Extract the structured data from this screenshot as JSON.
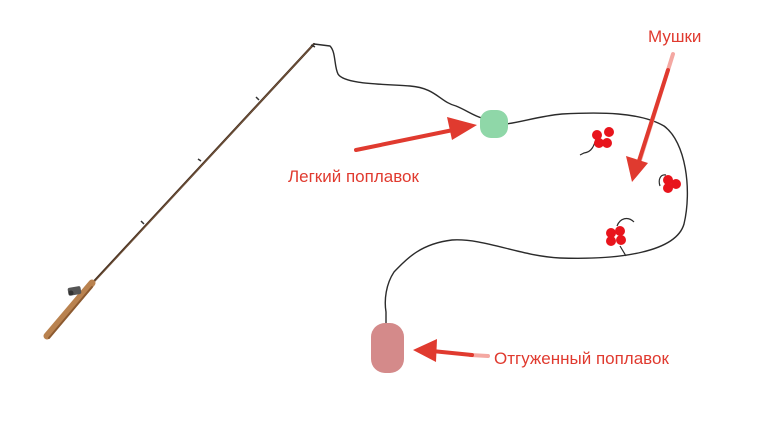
{
  "labels": {
    "light_float": "Легкий поплавок",
    "flies": "Мушки",
    "weighted_float": "Отгуженный поплавок"
  },
  "colors": {
    "label": "#e03a2f",
    "arrow": "#e03a2f",
    "line": "#2b2b2b",
    "rod": "#4a3322",
    "handle": "#b9824f",
    "reel": "#555555",
    "light_float": "#8fd7a8",
    "weighted_float": "#d48a8a",
    "fly": "#e8141c"
  }
}
